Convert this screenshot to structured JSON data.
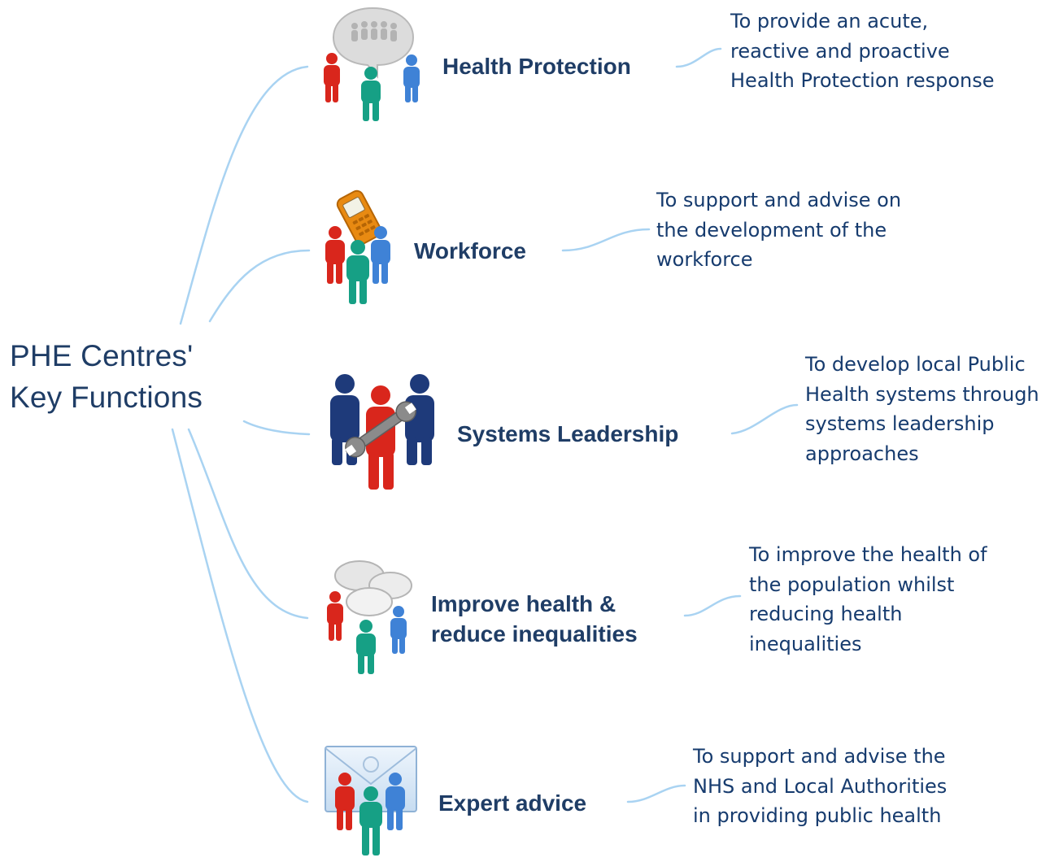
{
  "root": {
    "lines": [
      "PHE Centres'",
      "Key Functions"
    ]
  },
  "functions": [
    {
      "icon": "people-speech-bubble-icon",
      "title_lines": [
        "Health Protection"
      ],
      "desc_lines": [
        "To provide an acute,",
        "reactive and proactive",
        "Health Protection response"
      ]
    },
    {
      "icon": "people-mobile-phone-icon",
      "title_lines": [
        "Workforce"
      ],
      "desc_lines": [
        "To support and advise on",
        "the development of the",
        "workforce"
      ]
    },
    {
      "icon": "people-wrench-icon",
      "title_lines": [
        "Systems Leadership"
      ],
      "desc_lines": [
        "To develop local Public",
        "Health systems through",
        "systems leadership",
        "approaches"
      ]
    },
    {
      "icon": "people-chat-bubbles-icon",
      "title_lines": [
        "Improve health &",
        "reduce inequalities"
      ],
      "desc_lines": [
        "To improve the health of",
        "the population whilst",
        "reducing health",
        "inequalities"
      ]
    },
    {
      "icon": "people-envelope-icon",
      "title_lines": [
        "Expert advice"
      ],
      "desc_lines": [
        "To support and advise the",
        "NHS and Local Authorities",
        "in providing public health"
      ]
    }
  ],
  "colors": {
    "connector": "#a9d3f2",
    "title_text": "#1f3d66",
    "description_text": "#163b6e",
    "figure_red": "#d9261c",
    "figure_green": "#16a085",
    "figure_blue": "#3f82d6",
    "figure_navy": "#1e3a7a"
  }
}
